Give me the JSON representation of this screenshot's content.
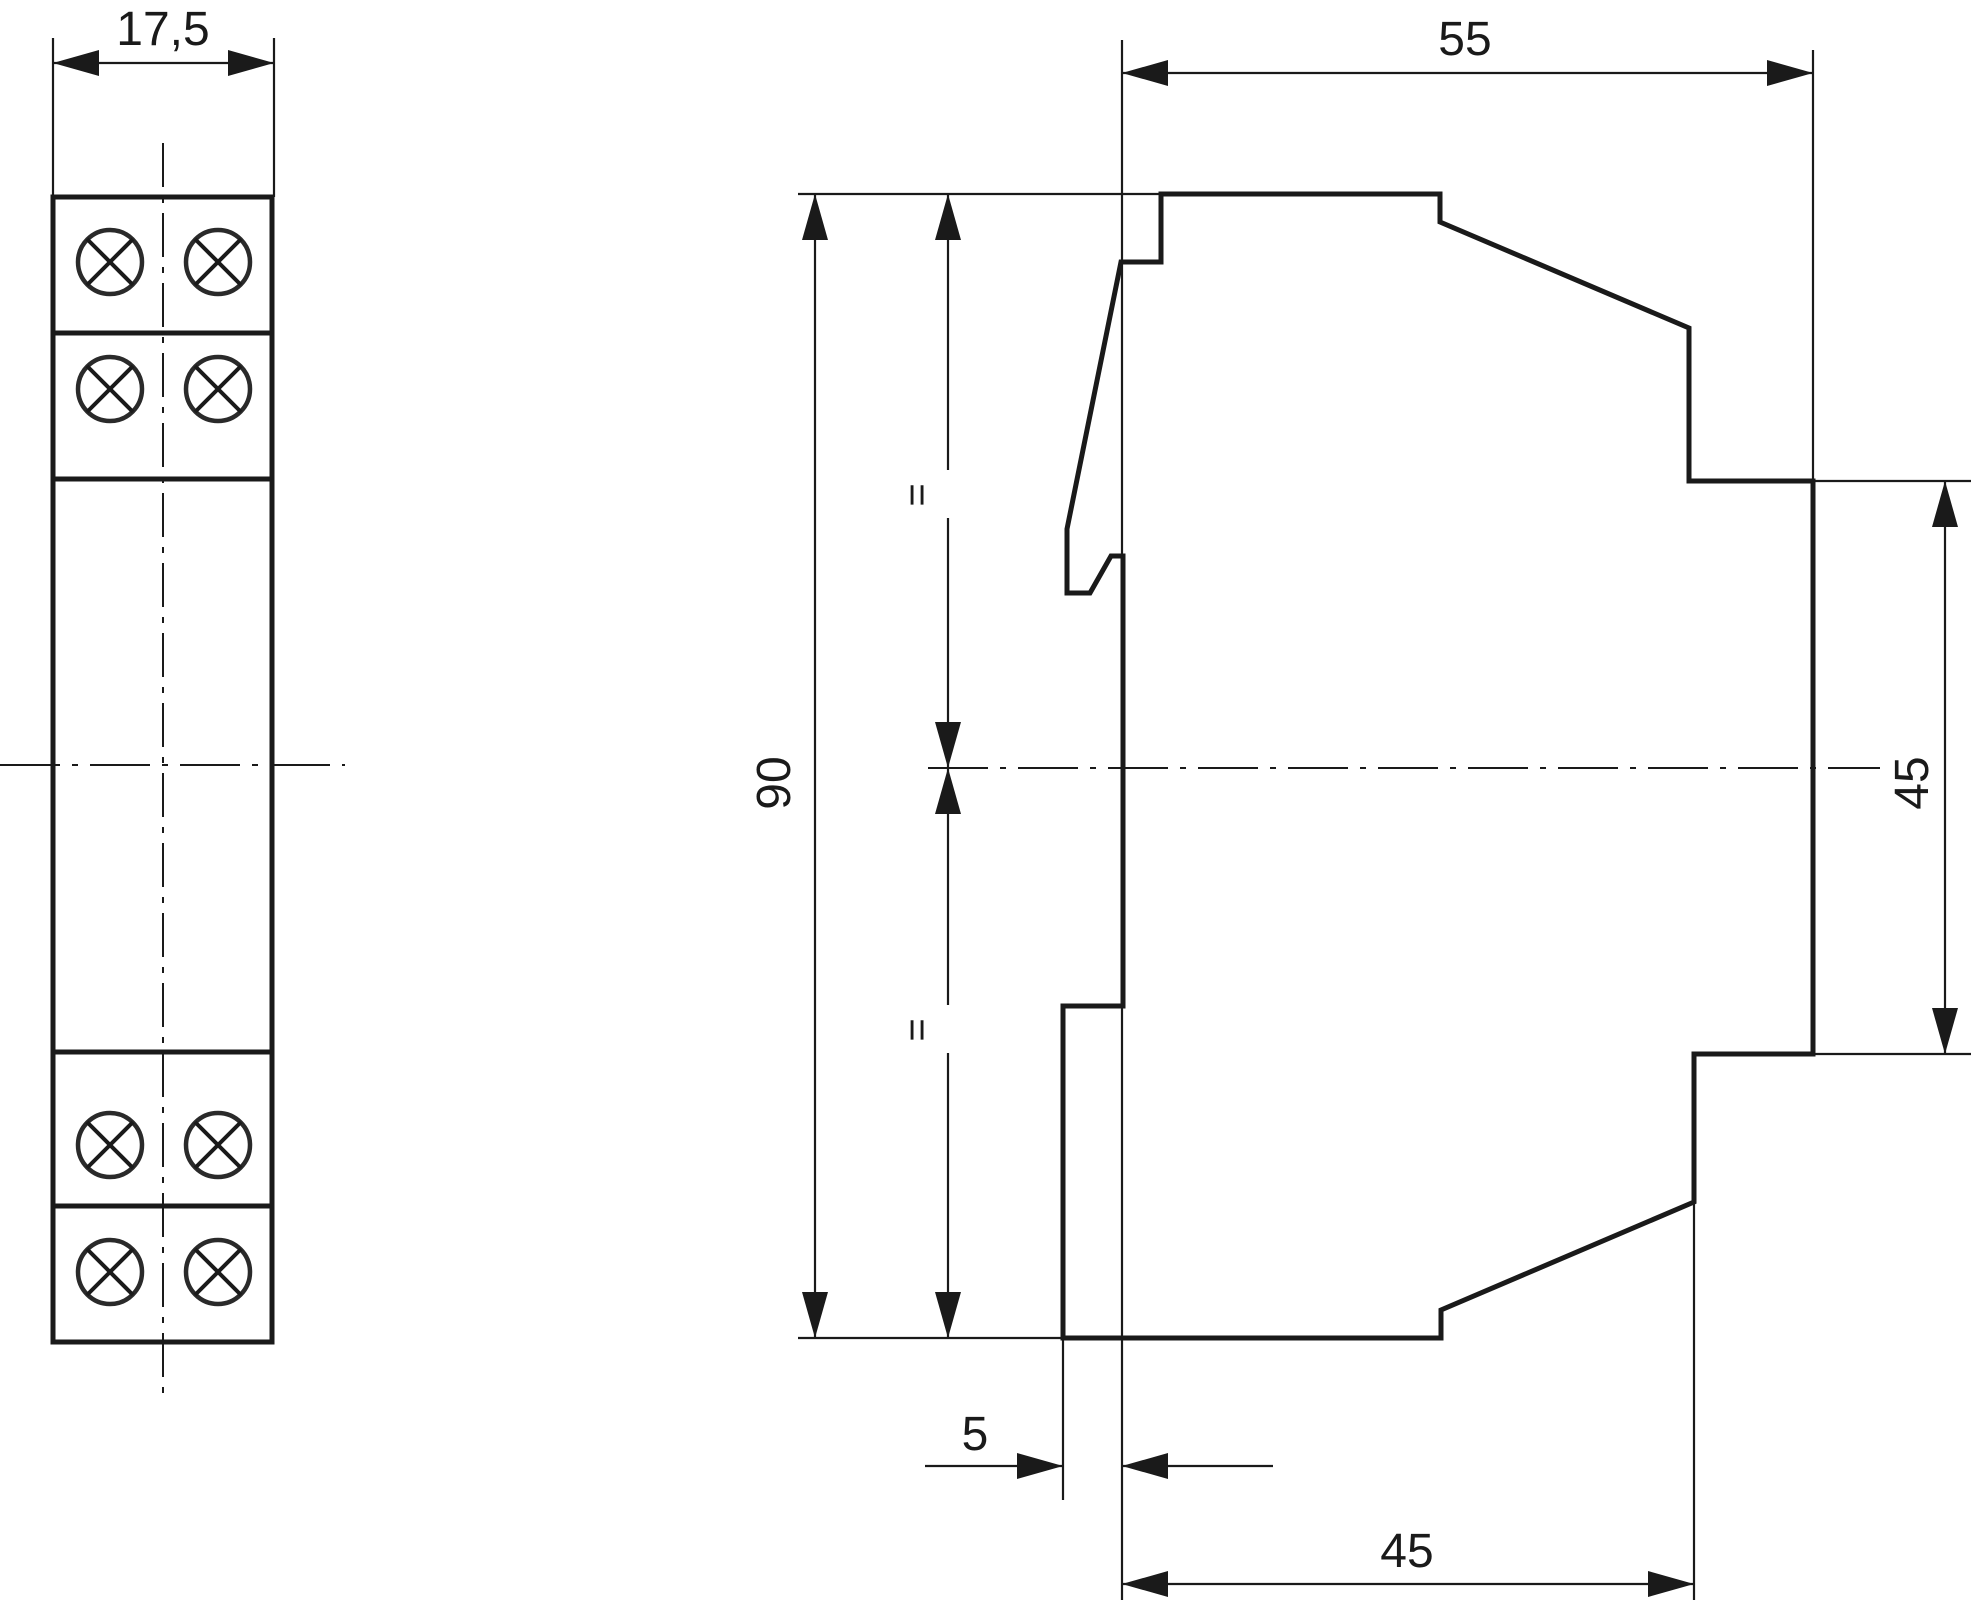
{
  "front_view": {
    "width_dimension": "17,5",
    "terminal_count": 8
  },
  "side_view": {
    "overall_depth": "55",
    "overall_height": "90",
    "front_face_height": "45",
    "front_depth_from_rail": "45",
    "rail_clip_offset": "5",
    "equal_mark_top": "=",
    "equal_mark_bottom": "="
  }
}
